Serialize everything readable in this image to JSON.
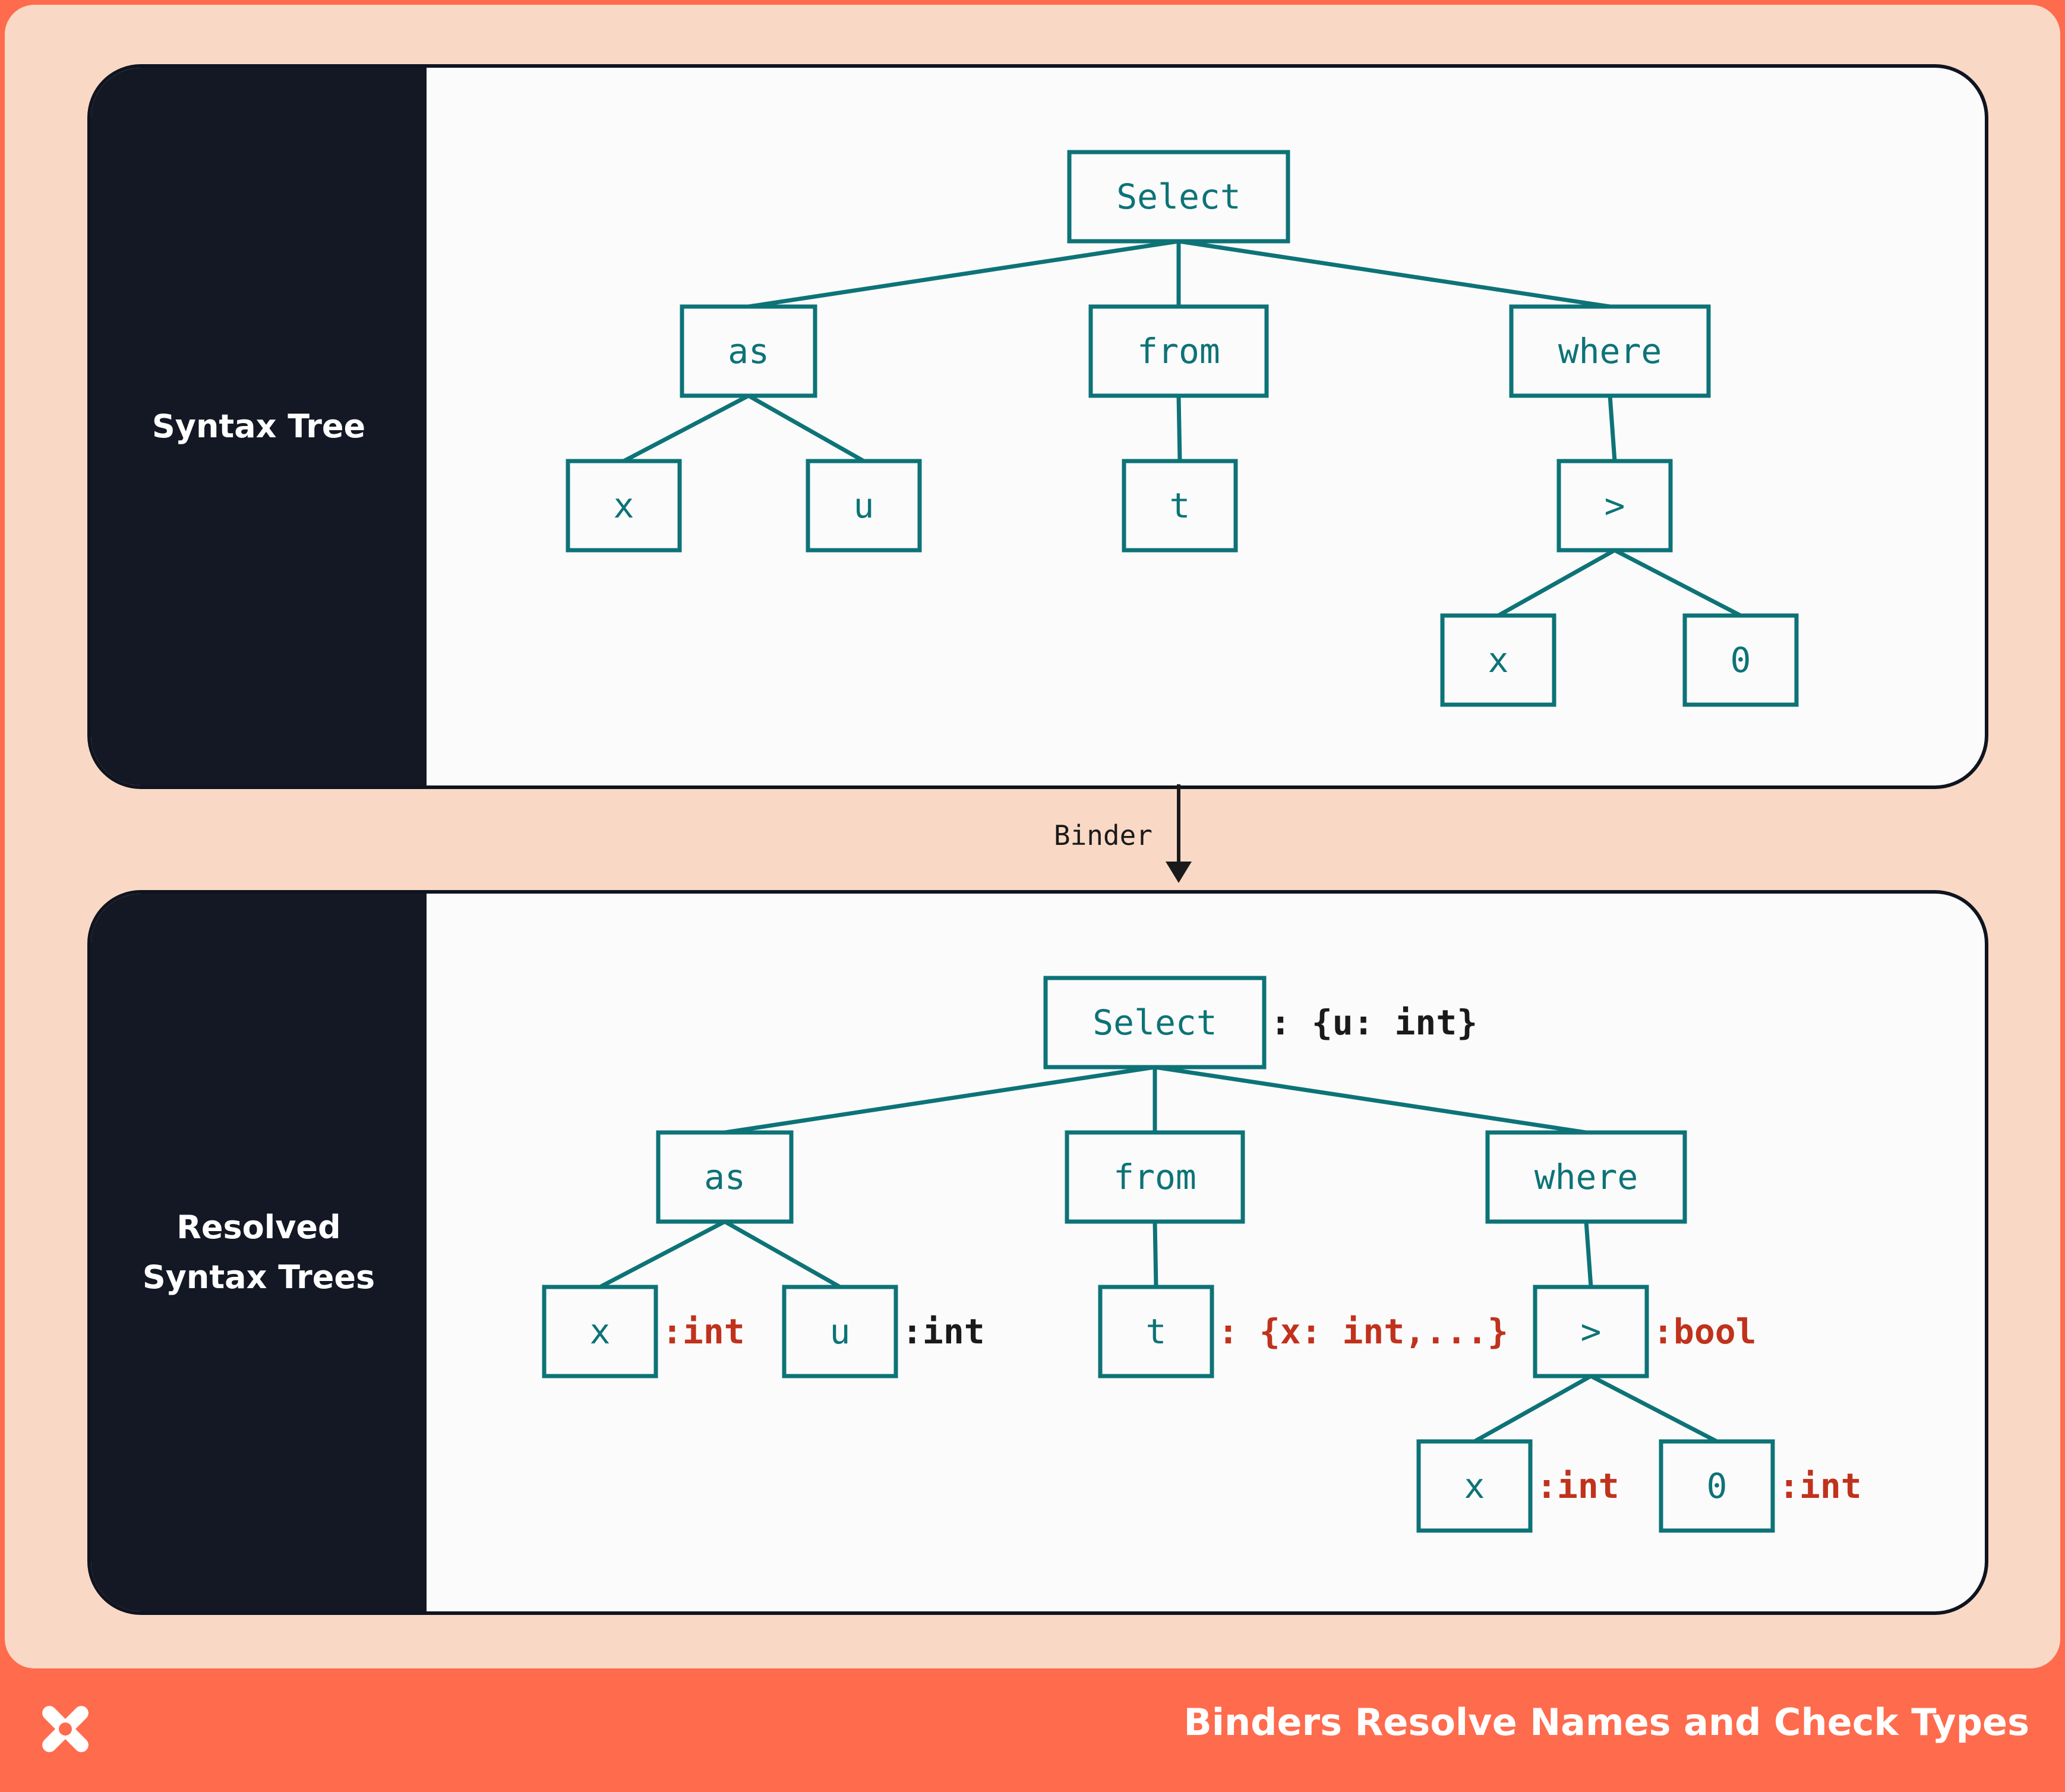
{
  "panels": [
    {
      "label": "Syntax Tree"
    },
    {
      "label": "Resolved\nSyntax Trees"
    }
  ],
  "arrow": {
    "label": "Binder"
  },
  "footer": {
    "title": "Binders Resolve Names and Check Types"
  },
  "trees": [
    {
      "nodes": [
        "Select",
        "as",
        "from",
        "where",
        "x",
        "u",
        "t",
        ">",
        "x",
        "0"
      ],
      "annotations": []
    },
    {
      "nodes": [
        "Select",
        "as",
        "from",
        "where",
        "x",
        "u",
        "t",
        ">",
        "x",
        "0"
      ],
      "annotations": [
        {
          "node": 0,
          "text": ": {u: int}",
          "color": "#1A1A1A"
        },
        {
          "node": 4,
          "text": ":int",
          "color": "#C0321C"
        },
        {
          "node": 5,
          "text": ":int",
          "color": "#1A1A1A"
        },
        {
          "node": 6,
          "text": ": {x: int,...}",
          "color": "#C0321C"
        },
        {
          "node": 7,
          "text": ":bool",
          "color": "#C0321C"
        },
        {
          "node": 8,
          "text": ":int",
          "color": "#C0321C"
        },
        {
          "node": 9,
          "text": ":int",
          "color": "#C0321C"
        }
      ]
    }
  ],
  "colors": {
    "background": "#F9D9C5",
    "footer": "#FF6B4D",
    "panel_side": "#131824",
    "node_stroke": "#0D7377",
    "annotation_red": "#C0321C"
  }
}
